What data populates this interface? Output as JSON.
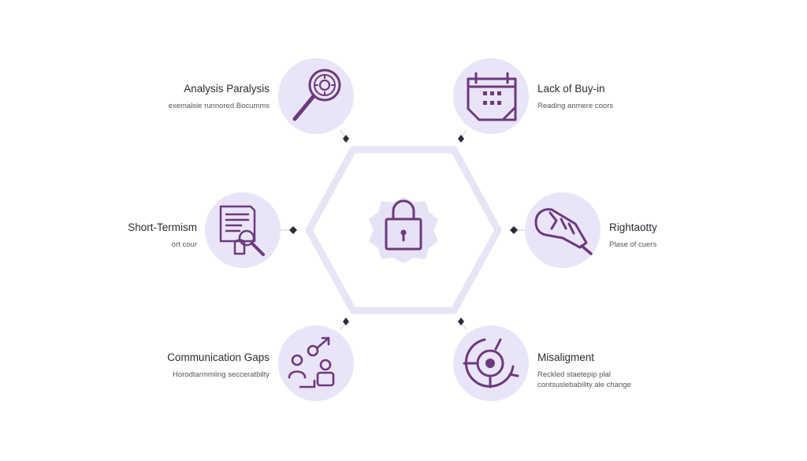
{
  "colors": {
    "accent": "#6b3a7d",
    "circle_fill": "#e9e4f7",
    "hexagon_stroke": "#e8e4f6",
    "connector": "#2e2a3d",
    "text": "#2b2b33"
  },
  "center": {
    "icon": "padlock-icon"
  },
  "nodes": [
    {
      "id": "analysis-paralysis",
      "title": "Analysis Paralysis",
      "subtitle": "exemalsie runnored Bocumms",
      "icon": "magnifier-icon"
    },
    {
      "id": "lack-of-buy-in",
      "title": "Lack of Buy-in",
      "subtitle": "Reading anmere coors",
      "icon": "calendar-icon"
    },
    {
      "id": "short-termism",
      "title": "Short-Termism",
      "subtitle": "ort cour",
      "icon": "document-search-icon"
    },
    {
      "id": "rightaotty",
      "title": "Rightaotty",
      "subtitle": "Plase of cuers",
      "icon": "hand-tool-icon"
    },
    {
      "id": "communication-gaps",
      "title": "Communication Gaps",
      "subtitle": "Horodtarmmiing secceratbilty",
      "icon": "people-arrow-icon"
    },
    {
      "id": "misaligment",
      "title": "Misaligment",
      "subtitle": "Reckled staetepip plal",
      "subtitle2": "contsuslebability ale change",
      "icon": "target-icon"
    }
  ]
}
